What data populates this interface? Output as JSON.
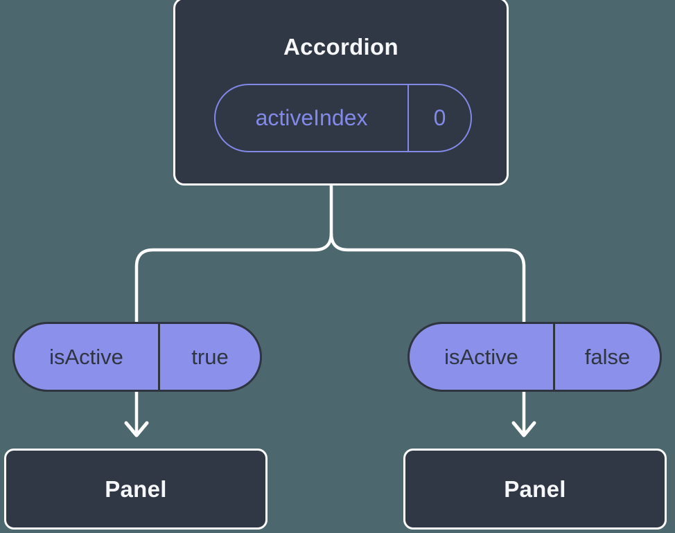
{
  "colors": {
    "background": "#4d676e",
    "node_fill": "#313845",
    "node_border": "#ffffff",
    "node_text": "#f6f7f9",
    "accent_purple": "#8289e8",
    "pill_fill": "#8b90ea",
    "pill_dark": "#2f3540",
    "line": "#ffffff"
  },
  "tree": {
    "root": {
      "title": "Accordion",
      "state_pill": {
        "label": "activeIndex",
        "value": "0"
      }
    },
    "branches": [
      {
        "prop_pill": {
          "label": "isActive",
          "value": "true"
        },
        "child_title": "Panel"
      },
      {
        "prop_pill": {
          "label": "isActive",
          "value": "false"
        },
        "child_title": "Panel"
      }
    ]
  }
}
